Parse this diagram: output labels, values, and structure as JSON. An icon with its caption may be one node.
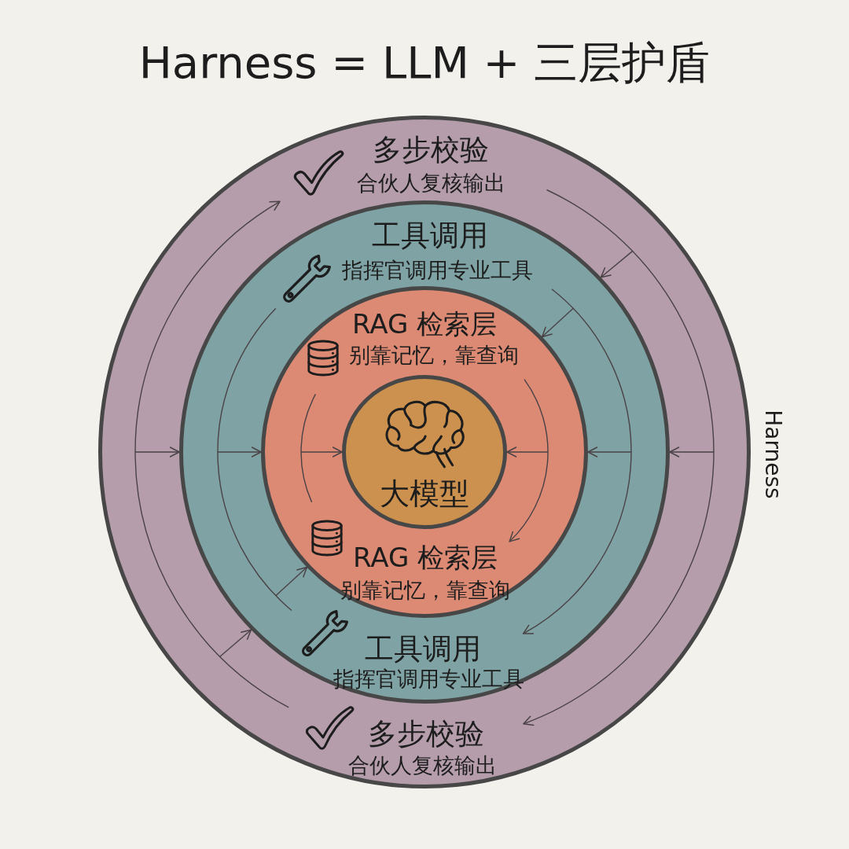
{
  "diagram": {
    "title": "Harness = LLM + 三层护盾",
    "nodes": [
      {
        "text": [
          "多步校验",
          "合伙人复核输出",
          "多步校验",
          "合伙人复核输出"
        ],
        "beside": [
          "Harness"
        ]
      },
      {
        "text": [
          "工具调用",
          "指挥官调用专业工具",
          "工具调用",
          "指挥官调用专业工具"
        ],
        "in": 0
      },
      {
        "text": [
          "RAG 检索层",
          "别靠记忆，靠查询",
          "RAG 检索层",
          "别靠记忆，靠查询"
        ],
        "in": 1
      },
      {
        "text": [
          "大模型"
        ],
        "in": 2
      }
    ],
    "edges": [
      {
        "from": null,
        "to": 1,
        "arrow": "to"
      },
      {
        "from": null,
        "to": 2,
        "arrow": "to"
      },
      {
        "from": null,
        "to": 1,
        "arrow": "to"
      },
      {
        "from": null,
        "to": 2,
        "arrow": "to"
      },
      {
        "from": null,
        "to": 3,
        "arrow": "to"
      },
      {
        "from": null,
        "to": 3,
        "arrow": "to"
      },
      {
        "from": null,
        "to": 2,
        "arrow": "to"
      },
      {
        "from": null,
        "to": 1,
        "arrow": "to"
      },
      {
        "from": null,
        "to": 2,
        "arrow": "to"
      },
      {
        "from": null,
        "to": 1,
        "arrow": "to"
      }
    ]
  }
}
